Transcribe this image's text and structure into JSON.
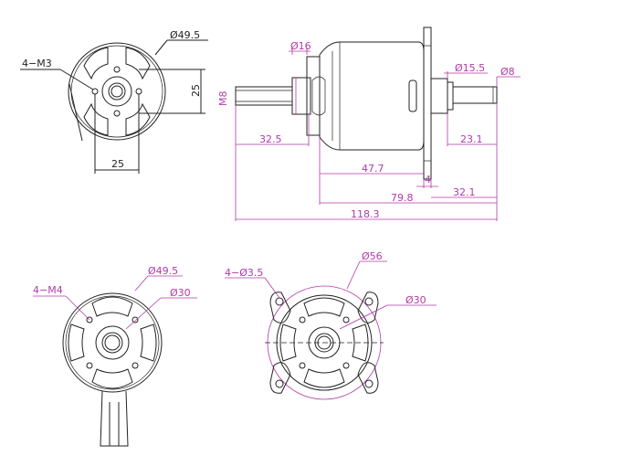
{
  "view1": {
    "dia_outer": "Ø49.5",
    "screws": "4−M3",
    "dim_v": "25",
    "dim_h": "25"
  },
  "side": {
    "shaft_thread": "M8",
    "dia16": "Ø16",
    "dia15": "Ø15.5",
    "dia8": "Ø8",
    "len_32_5": "32.5",
    "len_23_1": "23.1",
    "len_47_7": "47.7",
    "len_4": "4",
    "len_79_8": "79.8",
    "len_32_1": "32.1",
    "len_118_3": "118.3"
  },
  "view3": {
    "dia_outer": "Ø49.5",
    "dia_inner": "Ø30",
    "screws": "4−M4"
  },
  "view4": {
    "dia_outer": "Ø56",
    "holes": "4−Ø3.5",
    "dia_inner": "Ø30"
  },
  "colors": {
    "dimension": "#b03aa8",
    "outline": "#222222"
  }
}
